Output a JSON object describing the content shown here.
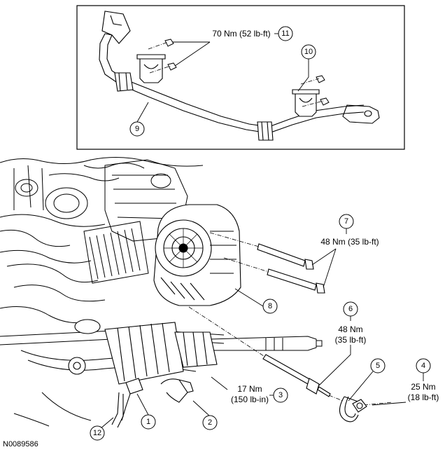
{
  "figure_id": "N0089586",
  "callouts": [
    {
      "num": "1"
    },
    {
      "num": "2"
    },
    {
      "num": "3",
      "torque": [
        "17 Nm",
        "(150 lb-in)"
      ]
    },
    {
      "num": "4",
      "torque": [
        "25 Nm",
        "(18 lb-ft)"
      ]
    },
    {
      "num": "5"
    },
    {
      "num": "6",
      "torque": [
        "48 Nm",
        "(35 lb-ft)"
      ]
    },
    {
      "num": "7",
      "torque": [
        "48 Nm (35 lb-ft)"
      ]
    },
    {
      "num": "8"
    },
    {
      "num": "9"
    },
    {
      "num": "10"
    },
    {
      "num": "11",
      "torque": [
        "70 Nm (52 lb-ft)"
      ]
    },
    {
      "num": "12"
    }
  ]
}
